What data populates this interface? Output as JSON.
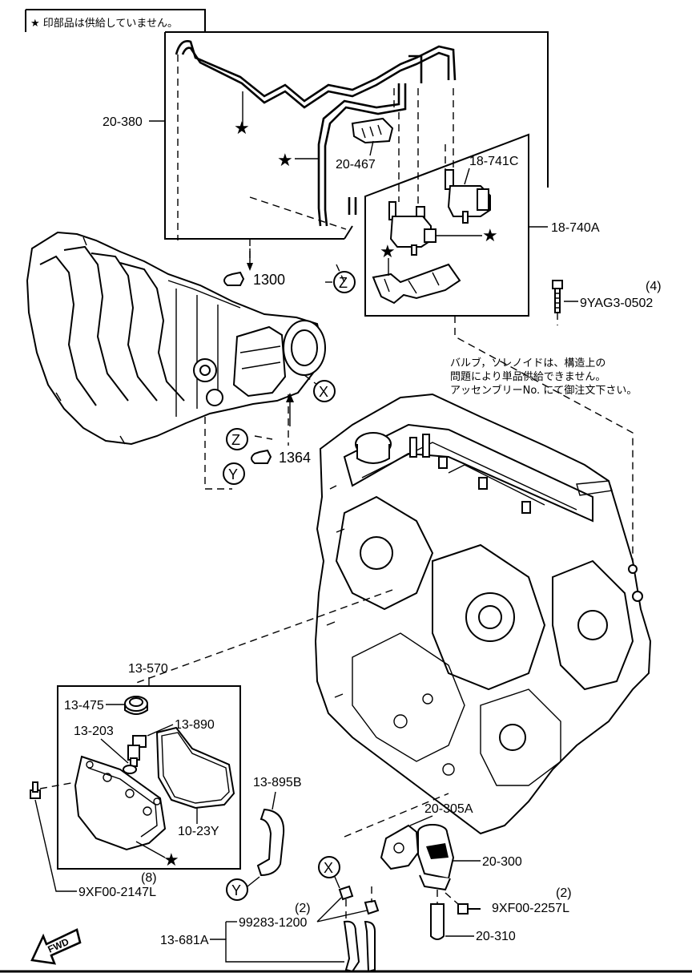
{
  "legend": {
    "text": "★ 印部品は供給していません。"
  },
  "note": {
    "lines": [
      "バルブ，ソレノイドは、構造上の",
      "問題により単品供給できません。",
      "アッセンブリーNo. にて御注文下さい。"
    ]
  },
  "labels": {
    "p20_380": "20-380",
    "p20_467": "20-467",
    "p18_741C": "18-741C",
    "p18_740A": "18-740A",
    "p9YAG3_0502": "9YAG3-0502",
    "qty_9YAG3": "(4)",
    "ref_1300": "1300",
    "ref_1364": "1364",
    "p13_570": "13-570",
    "p13_475": "13-475",
    "p13_203": "13-203",
    "p13_890": "13-890",
    "p10_23Y": "10-23Y",
    "p13_895B": "13-895B",
    "p9XF00_2147L": "9XF00-2147L",
    "qty_9XF00_2147L": "(8)",
    "p20_305A": "20-305A",
    "p20_300": "20-300",
    "p9XF00_2257L": "9XF00-2257L",
    "qty_9XF00_2257L": "(2)",
    "p20_310": "20-310",
    "p99283_1200": "99283-1200",
    "qty_99283": "(2)",
    "p13_681A": "13-681A"
  },
  "markers": {
    "X": "X",
    "Y": "Y",
    "Z": "Z"
  },
  "fwd": "FWD"
}
